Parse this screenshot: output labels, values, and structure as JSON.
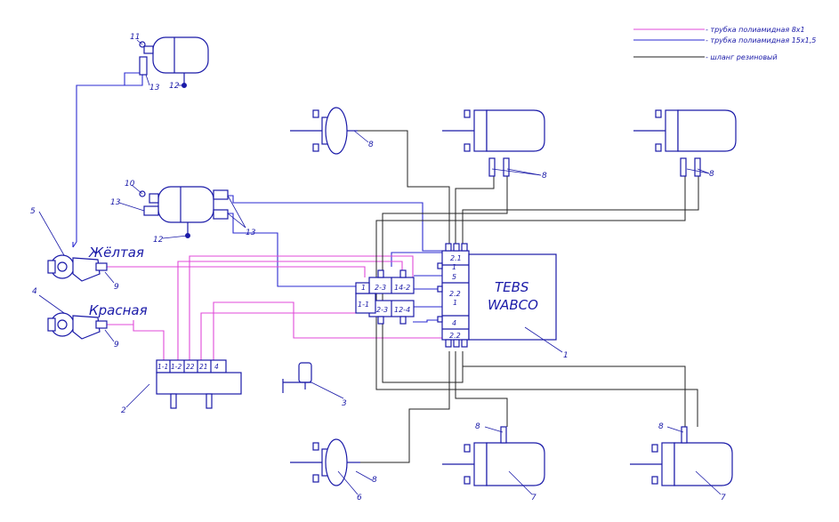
{
  "legend": [
    {
      "text": "- трубка полиамидная 8x1",
      "color": "#e04ad8"
    },
    {
      "text": "- трубка полиамидная 15x1,5",
      "color": "#2a2ad0"
    },
    {
      "text": "- шланг резиновый",
      "color": "#222222"
    }
  ],
  "tebs": {
    "line1": "TEBS",
    "line2": "WABCO"
  },
  "couplings": {
    "yellow": "Жёлтая",
    "red": "Красная"
  },
  "ports": {
    "tebs": [
      "2.1",
      "1",
      "5",
      "2.2",
      "1",
      "4",
      "2.2"
    ],
    "relay_top": [
      "1",
      "2-3",
      "14-2"
    ],
    "relay_left": "1-1",
    "relay_bottom": [
      "2-3",
      "12-4"
    ],
    "manifold": [
      "1-1",
      "1-2",
      "22",
      "21",
      "4"
    ]
  },
  "callouts": {
    "c1": "1",
    "c2": "2",
    "c3": "3",
    "c4": "4",
    "c5": "5",
    "c6": "6",
    "c7a": "7",
    "c7b": "7",
    "c8a": "8",
    "c8b": "8",
    "c8c": "8",
    "c8d": "8",
    "c8e": "8",
    "c8f": "8",
    "c9a": "9",
    "c9b": "9",
    "c10": "10",
    "c11": "11",
    "c12a": "12",
    "c12b": "12",
    "c13a": "13",
    "c13b": "13",
    "c13c": "13"
  },
  "colors": {
    "blue_line": "#2a2ad0",
    "pink_line": "#e04ad8",
    "black_line": "#222222",
    "equipment": "#1a1aa8"
  }
}
